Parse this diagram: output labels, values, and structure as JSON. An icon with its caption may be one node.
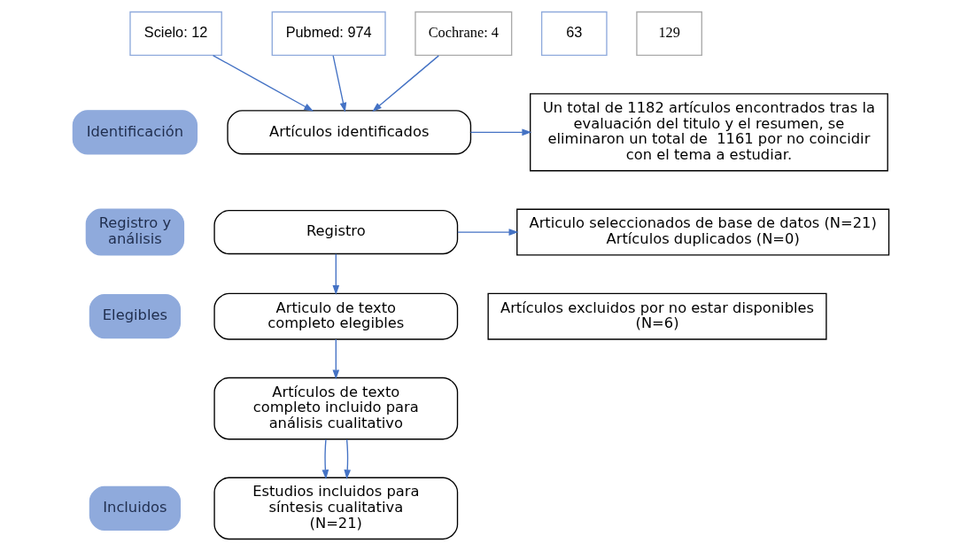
{
  "diagram": {
    "nodes": [
      {
        "text": [
          "Identificación"
        ]
      },
      {
        "text": [
          "Scielo: 12"
        ]
      },
      {
        "text": [
          "Pubmed: 974"
        ]
      },
      {
        "text": [
          "Cochrane: 4"
        ]
      },
      {
        "text": [
          "63"
        ]
      },
      {
        "text": [
          "129"
        ]
      },
      {
        "text": [
          "Artículos identificados"
        ]
      },
      {
        "text": [
          "Un total de 1182 artículos encontrados tras la evaluación del titulo y el resumen, se eliminaron un total de  1161 por no coincidir con el tema a estudiar."
        ]
      },
      {
        "text": [
          "Registro y análisis"
        ]
      },
      {
        "text": [
          "Registro"
        ]
      },
      {
        "text": [
          "Articulo seleccionados de base de datos (N=21)",
          "Artículos duplicados (N=0)"
        ]
      },
      {
        "text": [
          "Elegibles"
        ]
      },
      {
        "text": [
          "Articulo de texto completo elegibles"
        ]
      },
      {
        "text": [
          "Artículos excluidos por no estar disponibles (N=6)"
        ]
      },
      {
        "text": [
          "Artículos de texto completo incluido para análisis cualitativo"
        ]
      },
      {
        "text": [
          "Incluidos"
        ]
      },
      {
        "text": [
          "Estudios incluidos para síntesis cualitativa (N=21)"
        ]
      }
    ],
    "edges": [
      {
        "from": 1,
        "to": 6,
        "arrow": "to"
      },
      {
        "from": 2,
        "to": 6,
        "arrow": "to"
      },
      {
        "from": 3,
        "to": 6,
        "arrow": "to"
      },
      {
        "from": 6,
        "to": 7,
        "arrow": "to"
      },
      {
        "from": 9,
        "to": 10,
        "arrow": "to"
      },
      {
        "from": 9,
        "to": 12,
        "arrow": "to"
      },
      {
        "from": 12,
        "to": 14,
        "arrow": "to"
      },
      {
        "from": 14,
        "to": 16,
        "arrow": "to"
      },
      {
        "from": 14,
        "to": 16,
        "arrow": "to"
      }
    ]
  }
}
